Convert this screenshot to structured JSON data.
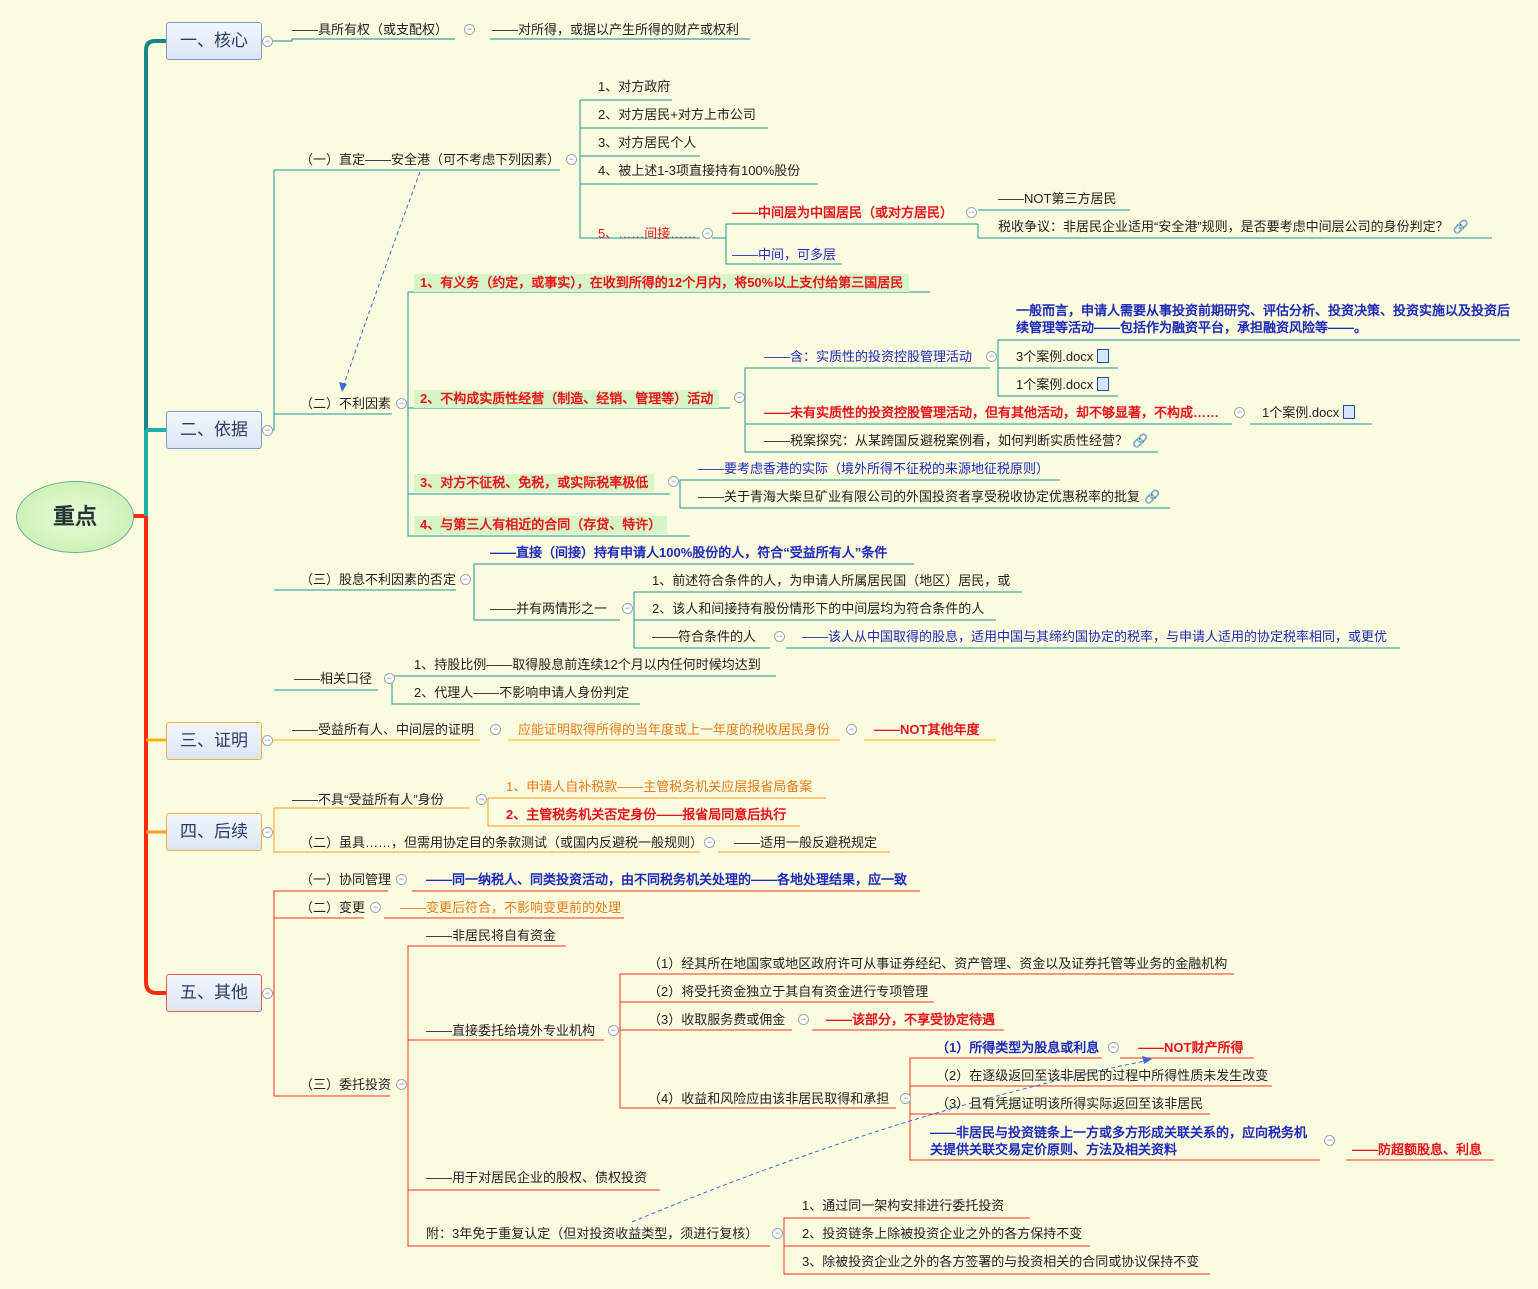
{
  "root": "重点",
  "branches": [
    "一、核心",
    "二、依据",
    "三、证明",
    "四、后续",
    "五、其他"
  ],
  "core": {
    "a": "——具所有权（或支配权）",
    "b": "——对所得，或据以产生所得的财产或权利"
  },
  "basis": {
    "safe_harbor": "（一）直定——安全港（可不考虑下列因素）",
    "safe_items": [
      "1、对方政府",
      "2、对方居民+对方上市公司",
      "3、对方居民个人",
      "4、被上述1-3项直接持有100%股份"
    ],
    "indirect": "5、……间接……",
    "mid_cn": "——中间层为中国居民（或对方居民）",
    "mid_multi": "——中间，可多层",
    "not_third": "——NOT第三方居民",
    "dispute": "税收争议：非居民企业适用“安全港”规则，是否要考虑中间层公司的身份判定？",
    "unfav": "（二）不利因素",
    "f1": "1、有义务（约定，或事实），在收到所得的12个月内，将50%以上支付给第三国居民",
    "f2": "2、不构成实质性经营（制造、经销、管理等）活动",
    "f2_general": "一般而言，申请人需要从事投资前期研究、评估分析、投资决策、投资实施以及投资后续管理等活动——包括作为融资平台，承担融资风险等——。",
    "f2_incl": "——含：实质性的投资控股管理活动",
    "case3": "3个案例.docx",
    "case1a": "1个案例.docx",
    "f2_other": "——未有实质性的投资控股管理活动，但有其他活动，却不够显著，不构成……",
    "case1b": "1个案例.docx",
    "f2_probe": "——税案探究：从某跨国反避税案例看，如何判断实质性经营？",
    "f3": "3、对方不征税、免税，或实际税率极低",
    "f3_a": "——要考虑香港的实际（境外所得不征税的来源地征税原则）",
    "f3_b": "——关于青海大柴旦矿业有限公司的外国投资者享受税收协定优惠税率的批复",
    "f4": "4、与第三人有相近的合同（存贷、特许）",
    "negate": "（三）股息不利因素的否定",
    "neg_a": "——直接（间接）持有申请人100%股份的人，符合“受益所有人”条件",
    "neg_b": "——并有两情形之一",
    "neg_b1": "1、前述符合条件的人，为申请人所属居民国（地区）居民，或",
    "neg_b2": "2、该人和间接持有股份情形下的中间层均为符合条件的人",
    "neg_c": "——符合条件的人",
    "neg_c1": "——该人从中国取得的股息，适用中国与其缔约国协定的税率，与申请人适用的协定税率相同，或更优",
    "related": "——相关口径",
    "rel1": "1、持股比例——取得股息前连续12个月以内任何时候均达到",
    "rel2": "2、代理人——不影响申请人身份判定"
  },
  "proof": {
    "a": "——受益所有人、中间层的证明",
    "b": "应能证明取得所得的当年度或上一年度的税收居民身份",
    "c": "——NOT其他年度"
  },
  "follow": {
    "a": "——不具“受益所有人”身份",
    "a1": "1、申请人自补税款——主管税务机关应层报省局备案",
    "a2": "2、主管税务机关否定身份——报省局同意后执行",
    "b": "（二）虽具……，但需用协定目的条款测试（或国内反避税一般规则）",
    "b1": "——适用一般反避税规定"
  },
  "other": {
    "coop": "（一）协同管理",
    "coop1": "——同一纳税人、同类投资活动，由不同税务机关处理的——各地处理结果，应一致",
    "change": "（二）变更",
    "change1": "——变更后符合，不影响变更前的处理",
    "entrust": "（三）委托投资",
    "e1": "——非居民将自有资金",
    "e2": "——直接委托给境外专业机构",
    "e2_1": "（1）经其所在地国家或地区政府许可从事证券经纪、资产管理、资金以及证券托管等业务的金融机构",
    "e2_2": "（2）将受托资金独立于其自有资金进行专项管理",
    "e2_3": "（3）收取服务费或佣金",
    "e2_3a": "——该部分，不享受协定待遇",
    "e2_4": "（4）收益和风险应由该非居民取得和承担",
    "e2_4a": "（1）所得类型为股息或利息",
    "e2_4a1": "——NOT财产所得",
    "e2_4b": "（2）在逐级返回至该非居民的过程中所得性质未发生改变",
    "e2_4c": "（3）且有凭据证明该所得实际返回至该非居民",
    "e2_4d": "——非居民与投资链条上一方或多方形成关联关系的，应向税务机关提供关联交易定价原则、方法及相关资料",
    "e2_4d1": "——防超额股息、利息",
    "e3": "——用于对居民企业的股权、债权投资",
    "e4": "附：3年免于重复认定（但对投资收益类型，须进行复核）",
    "e4_1": "1、通过同一架构安排进行委托投资",
    "e4_2": "2、投资链条上除被投资企业之外的各方保持不变",
    "e4_3": "3、除被投资企业之外的各方签署的与投资相关的合同或协议保持不变"
  }
}
